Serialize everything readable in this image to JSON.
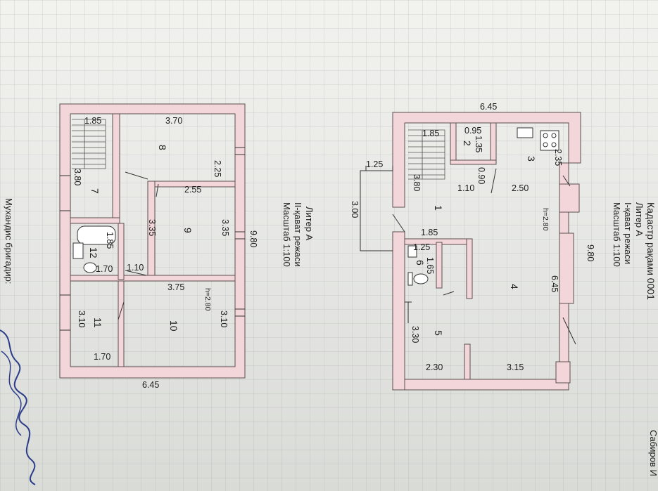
{
  "floor1": {
    "title_lines": [
      "Кадастр рақами 0001",
      "Литер А",
      "I-қават режаси",
      "Масштаб 1:100"
    ],
    "height": "h=2.80",
    "dims": [
      "6.45",
      "9.80",
      "1.25",
      "3.00",
      "1.85",
      "3.80",
      "0.95",
      "1.35",
      "2.35",
      "0.90",
      "1.10",
      "2.50",
      "1.85",
      "1.25",
      "1.65",
      "6.45",
      "3.30",
      "2.30",
      "3.15"
    ],
    "rooms": [
      "1",
      "2",
      "3",
      "4",
      "5",
      "6"
    ]
  },
  "floor2": {
    "title_lines": [
      "Литер А",
      "II-қават режаси",
      "Масштаб 1:100"
    ],
    "height": "h=2.80",
    "dims": [
      "1.85",
      "3.70",
      "2.25",
      "3.80",
      "2.55",
      "3.35",
      "3.35",
      "1.85",
      "1.70",
      "1.10",
      "3.75",
      "3.10",
      "3.10",
      "1.70",
      "9.80",
      "6.45"
    ],
    "rooms": [
      "7",
      "8",
      "9",
      "10",
      "11",
      "12"
    ]
  },
  "footer": {
    "brigade": "Мухандис бригадир:",
    "surname": "Сабиров И"
  }
}
